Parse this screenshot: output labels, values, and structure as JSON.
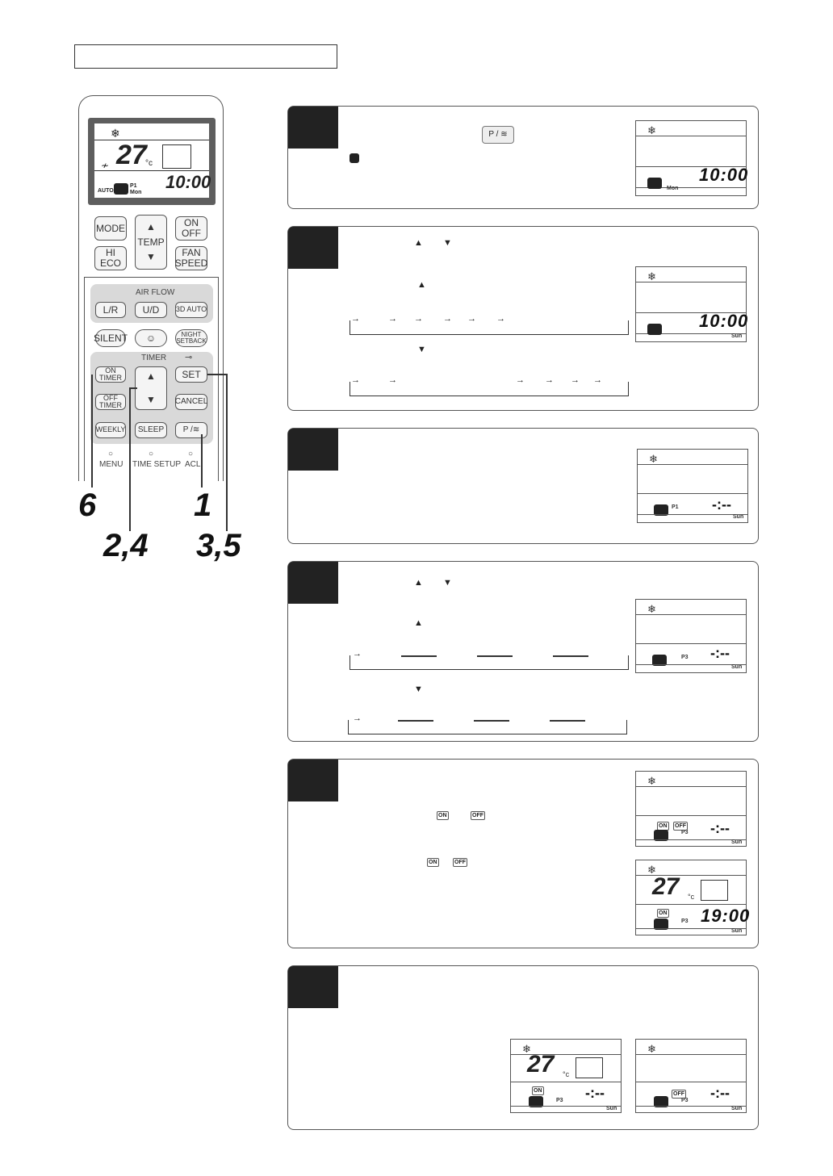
{
  "remote": {
    "lcd": {
      "temp": "27",
      "unit": "°c",
      "time": "10:00",
      "auto": "AUTO",
      "program": "P1",
      "day": "Mon"
    },
    "buttons": {
      "mode": "MODE",
      "temp": "TEMP",
      "on_off": "ON\nOFF",
      "hi_eco": "HI\nECO",
      "fan_speed": "FAN\nSPEED",
      "air_flow": "AIR FLOW",
      "lr": "L/R",
      "ud": "U/D",
      "auto3d": "3D AUTO",
      "silent": "SILENT",
      "night": "NIGHT\nSETBACK",
      "timer": "TIMER",
      "on_timer": "ON\nTIMER",
      "off_timer": "OFF\nTIMER",
      "set": "SET",
      "cancel": "CANCEL",
      "weekly": "WEEKLY",
      "sleep": "SLEEP",
      "p": "P / ",
      "menu": "MENU",
      "time_setup": "TIME SETUP",
      "acl": "ACL"
    },
    "callouts": {
      "c6": "6",
      "c1": "1",
      "c24": "2,4",
      "c35": "3,5"
    }
  },
  "steps": {
    "s1": {
      "key": "P / ",
      "display_time": "10:00",
      "day": "Mon"
    },
    "s2": {
      "display_time": "10:00",
      "day": "Sun"
    },
    "s3": {
      "program": "P1",
      "dash": "-:--",
      "day": "Sun"
    },
    "s4": {
      "program": "P3",
      "dash": "-:--",
      "day": "Sun"
    },
    "s5": {
      "on_chip": "ON",
      "off_chip": "OFF",
      "a": {
        "on": "ON",
        "off": "OFF",
        "program": "P3",
        "dash": "-:--",
        "day": "Sun"
      },
      "b": {
        "temp": "27",
        "unit": "°c",
        "on": "ON",
        "program": "P3",
        "time": "19:00",
        "day": "Sun"
      }
    },
    "s6": {
      "a": {
        "temp": "27",
        "unit": "°c",
        "on": "ON",
        "program": "P3",
        "dash": "-:--",
        "day": "Sun"
      },
      "b": {
        "off": "OFF",
        "program": "P3",
        "dash": "-:--",
        "day": "Sun"
      }
    }
  }
}
